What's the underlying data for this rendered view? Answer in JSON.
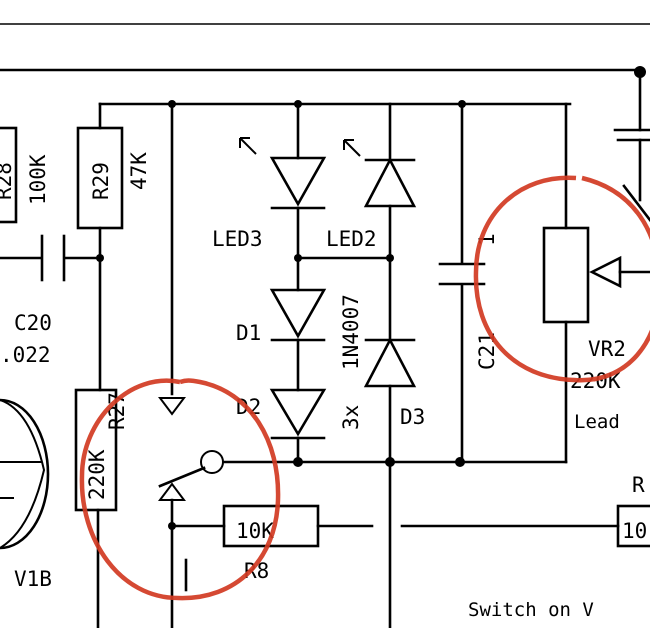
{
  "labels": {
    "r28_name": "R28",
    "r28_value": "100K",
    "r29_name": "R29",
    "r29_value": "47K",
    "r27_name": "R27",
    "r27_value": "220K",
    "c20_name": "C20",
    "c20_value": ".022",
    "led3": "LED3",
    "led2": "LED2",
    "d1": "D1",
    "d2": "D2",
    "d3": "D3",
    "diode_type": "1N4007",
    "diode_qty": "3x",
    "c21": "C21",
    "c21_value_partial": "1",
    "vr_name": "VR2",
    "vr_value": "220K",
    "vr_desc": "Lead",
    "r8_name": "R8",
    "r8_value": "10K",
    "tube": "V1B",
    "right_r_name": "R",
    "right_r_value": "10",
    "switch_note": "Switch on V"
  },
  "annotations": {
    "circle_color": "#d13a22"
  }
}
